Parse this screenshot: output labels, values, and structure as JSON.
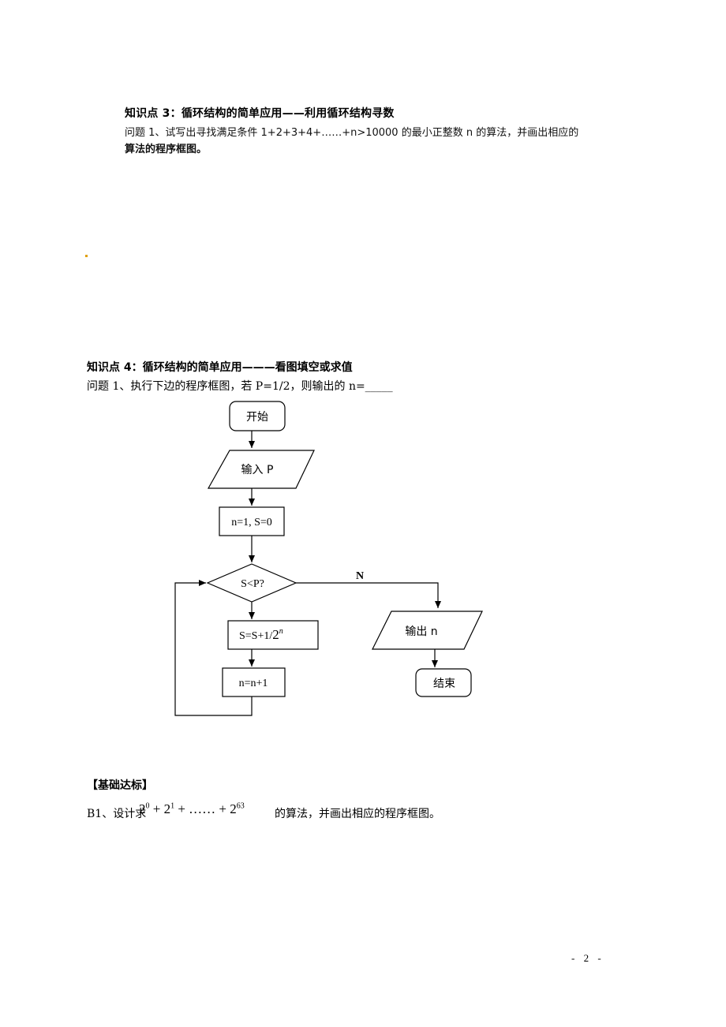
{
  "section3": {
    "heading": "知识点 3：循环结构的简单应用——利用循环结构寻数",
    "question_line1": "问题 1、试写出寻找满足条件 1+2+3+4+……+n>10000 的最小正整数 n 的算法，并画出相应的",
    "question_line2": "算法的程序框图。"
  },
  "section4": {
    "heading": "知识点 4：循环结构的简单应用———看图填空或求值",
    "question": "问题 1、执行下边的程序框图，若 P=1/2，则输出的 n=_____"
  },
  "flowchart": {
    "start": "开始",
    "input": "输入 P",
    "init": "n=1, S=0",
    "condition": "S<P?",
    "no_label": "N",
    "update_s_prefix": "S=S+1/",
    "update_s_base": "2",
    "update_s_exp": "n",
    "update_n": "n=n+1",
    "output": "输出 n",
    "end": "结束"
  },
  "basic": {
    "heading": "【基础达标】",
    "b1_prefix": "B1、设计求",
    "b1_math_term1_base": "2",
    "b1_math_term1_exp": "0",
    "b1_math_plus1": " + ",
    "b1_math_term2_base": "2",
    "b1_math_term2_exp": "1",
    "b1_math_mid": " + …… + ",
    "b1_math_term3_base": "2",
    "b1_math_term3_exp": "63",
    "b1_suffix": "的算法，并画出相应的程序框图。"
  },
  "page_number": "- 2 -"
}
